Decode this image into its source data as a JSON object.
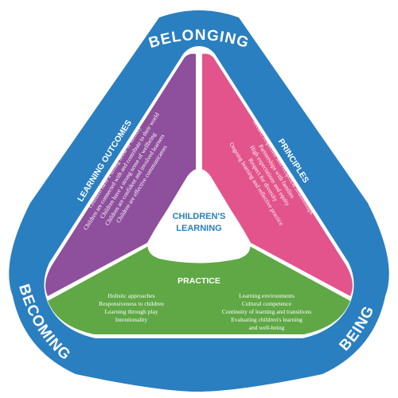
{
  "ring": {
    "top": "BELONGING",
    "left": "BECOMING",
    "right": "BEING"
  },
  "center": {
    "line1": "CHILDREN'S",
    "line2": "LEARNING"
  },
  "learning_outcomes": {
    "title": "LEARNING OUTCOMES",
    "items": [
      "Children have a strong sense of identity",
      "Children are connected with and contribute to their world",
      "Children have a strong sense of wellbeing",
      "Children are confident and involved learners",
      "Children are effective communicators"
    ]
  },
  "principles": {
    "title": "PRINCIPLES",
    "items": [
      "Secure, respectful and reciprocal relationships",
      "Partnerships with families",
      "High expectations and equity",
      "Respect for diversity",
      "Ongoing learning and reflective practice"
    ]
  },
  "practice": {
    "title": "PRACTICE",
    "left_items": [
      "Holistic approaches",
      "Responsiveness to children",
      "Learning through play",
      "Intentionality"
    ],
    "right_items": [
      "Learning environments",
      "Cultural competence",
      "Continuity of learning and transitions",
      "Evaluating children's learning",
      "and well-being"
    ]
  },
  "colors": {
    "ring": "#2a7fc0",
    "ring_dark": "#1f6aa8",
    "inner_stroke": "#ffffff",
    "learning_outcomes": "#8e4f9c",
    "principles": "#e2548b",
    "practice": "#5fa845",
    "center_fill": "#ffffff",
    "center_text": "#2a7fc0"
  }
}
